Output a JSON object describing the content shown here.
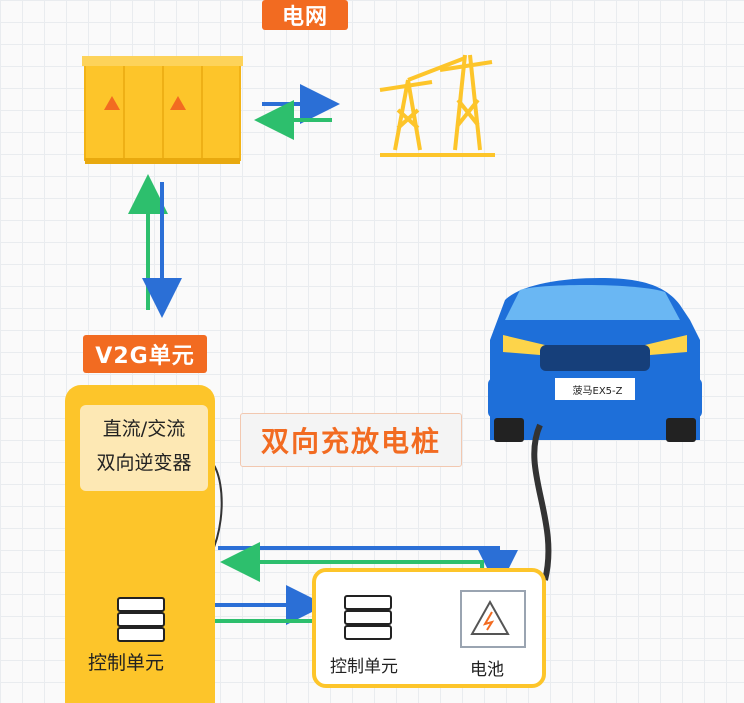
{
  "labels": {
    "grid": "电网",
    "v2g_unit": "V2G单元",
    "inverter_line1": "直流/交流",
    "inverter_line2": "双向逆变器",
    "pile_title": "双向充放电桩",
    "control_unit_left": "控制单元",
    "control_unit_middle": "控制单元",
    "battery": "电池",
    "car_plate": "菠马EX5-Z"
  },
  "colors": {
    "orange": "#f26b21",
    "yellow": "#fdc52a",
    "blue_arrow": "#2b6fd6",
    "green_arrow": "#2dbf6d",
    "car_blue": "#1e6fd9"
  },
  "icons": [
    "transformer-cabinet-icon",
    "power-tower-icon",
    "car-icon",
    "server-icon",
    "battery-warning-icon",
    "socket-icon"
  ]
}
